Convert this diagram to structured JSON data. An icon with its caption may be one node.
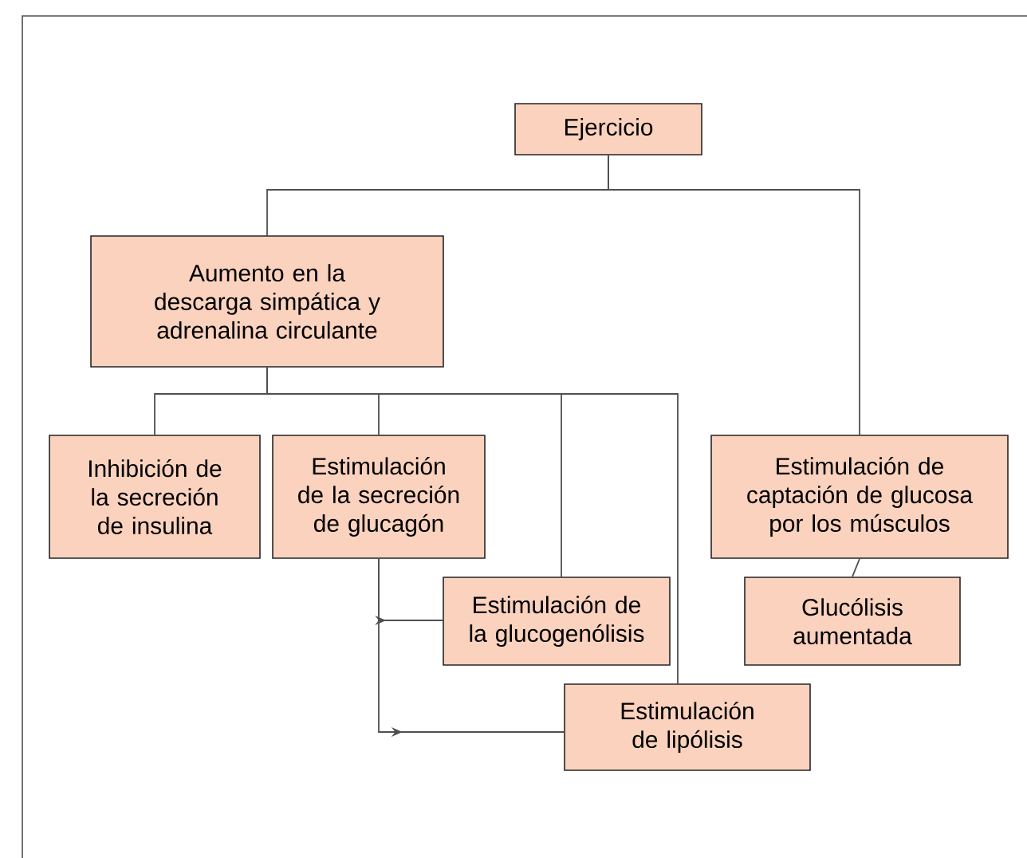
{
  "diagram": {
    "nodes": [
      {
        "text": [
          "Ejercicio"
        ]
      },
      {
        "text": [
          "Aumento en la descarga simpática y adrenalina circulante"
        ]
      },
      {
        "text": [
          "Inhibición de la secreción de insulina"
        ]
      },
      {
        "text": [
          "Estimulación de la secreción de glucagón"
        ]
      },
      {
        "text": [
          "Estimulación de captación de glucosa por los músculos"
        ]
      },
      {
        "text": [
          "Estimulación de la glucogenólisis"
        ]
      },
      {
        "text": [
          "Glucólisis aumentada"
        ]
      },
      {
        "text": [
          "Estimulación de lipólisis"
        ]
      }
    ],
    "edges": [
      {
        "from": 0,
        "to": 1,
        "arrow": "none"
      },
      {
        "from": 0,
        "to": 4,
        "arrow": "none"
      },
      {
        "from": 1,
        "to": 2,
        "arrow": "none"
      },
      {
        "from": 1,
        "to": 3,
        "arrow": "none"
      },
      {
        "from": 1,
        "to": 5,
        "arrow": "none"
      },
      {
        "from": 1,
        "to": 7,
        "arrow": "none"
      },
      {
        "from": 4,
        "to": 6,
        "arrow": "none"
      },
      {
        "from": 3,
        "to": 5,
        "arrow": "to"
      },
      {
        "from": 3,
        "to": 7,
        "arrow": "to"
      }
    ]
  }
}
